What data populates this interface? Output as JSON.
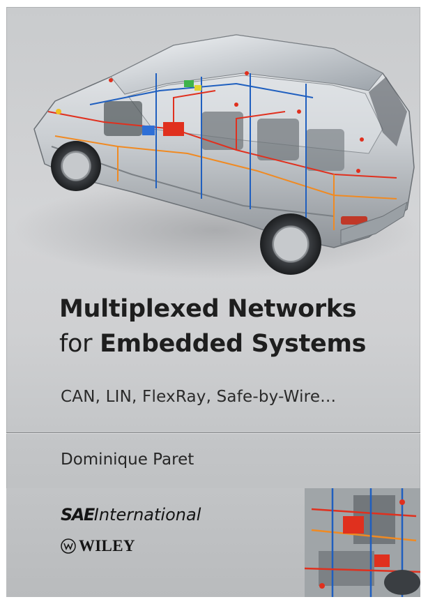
{
  "book": {
    "title_line1": "Multiplexed Networks",
    "title_line2_prefix": "for",
    "title_line2_main": "Embedded Systems",
    "subtitle": "CAN, LIN, FlexRay, Safe-by-Wire…",
    "author": "Dominique Paret"
  },
  "publishers": {
    "sae_mark": "SAE",
    "sae_word": "International",
    "wiley": "WILEY"
  },
  "images": {
    "cover_illustration": "cutaway-minivan-wiring-illustration",
    "inset_illustration": "wiring-harness-closeup"
  },
  "colors": {
    "background": "#cfd0d2",
    "title_text": "#1e1e1e",
    "wiring_red": "#e0301e",
    "wiring_orange": "#f08a22",
    "wiring_blue": "#1f5fbf"
  }
}
